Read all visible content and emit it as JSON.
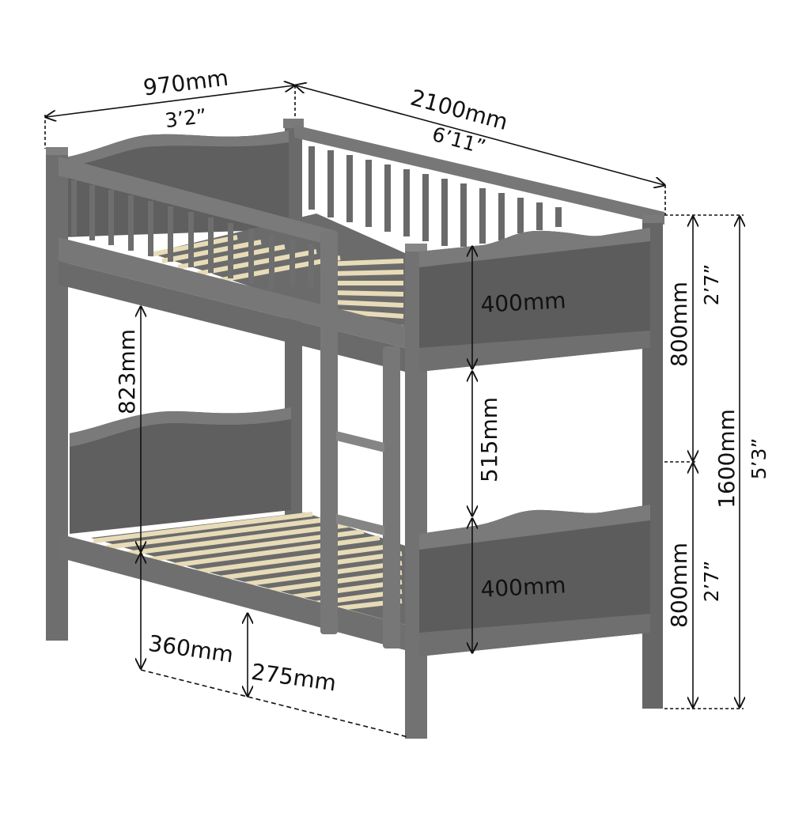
{
  "diagram": {
    "subject": "Bunk bed with ladder - dimension drawing",
    "colors": {
      "frame": "#6f6f6f",
      "frame_dark": "#5a5a5a",
      "frame_light": "#858585",
      "slats": "#e8dcb8",
      "dimension_lines": "#111111",
      "background": "#ffffff"
    },
    "dimensions": {
      "width": {
        "metric": "970mm",
        "imperial": "3’2”"
      },
      "length": {
        "metric": "2100mm",
        "imperial": "6’11”"
      },
      "upper_section_height": {
        "metric": "800mm",
        "imperial": "2’7”"
      },
      "lower_section_height": {
        "metric": "800mm",
        "imperial": "2’7”"
      },
      "total_height": {
        "metric": "1600mm",
        "imperial": "5’3”"
      },
      "upper_end_panel": {
        "metric": "400mm"
      },
      "gap_between_panels": {
        "metric": "515mm"
      },
      "lower_end_panel": {
        "metric": "400mm"
      },
      "clearance_between_bunks": {
        "metric": "823mm"
      },
      "lower_bunk_rail_height": {
        "metric": "360mm"
      },
      "under_bed_clearance": {
        "metric": "275mm"
      }
    }
  }
}
